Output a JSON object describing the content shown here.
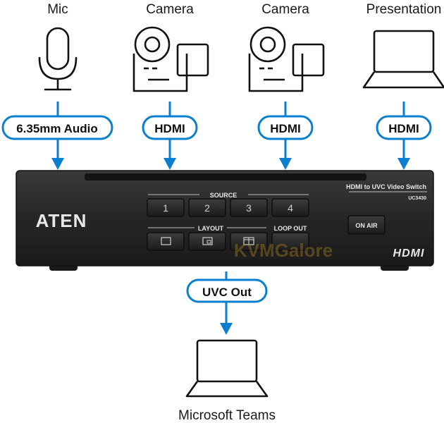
{
  "sources": [
    {
      "label": "Mic",
      "icon": "microphone-icon",
      "connector": "6.35mm Audio"
    },
    {
      "label": "Camera",
      "icon": "video-camera-icon",
      "connector": "HDMI"
    },
    {
      "label": "Camera",
      "icon": "video-camera-icon",
      "connector": "HDMI"
    },
    {
      "label": "Presentation",
      "icon": "laptop-icon",
      "connector": "HDMI"
    }
  ],
  "device": {
    "brand": "ATEN",
    "product_name": "HDMI to UVC Video Switch",
    "model": "UC3430",
    "source_label": "SOURCE",
    "source_buttons": [
      "1",
      "2",
      "3",
      "4"
    ],
    "layout_label": "LAYOUT",
    "layout_buttons": [
      "single-view-icon",
      "picture-in-picture-icon",
      "side-by-side-icon"
    ],
    "loop_out_label": "LOOP OUT",
    "on_air_label": "ON AIR",
    "hdmi_logo": "HDMI"
  },
  "watermark": "KVMGalore",
  "output": {
    "connector": "UVC Out",
    "label": "Microsoft Teams",
    "icon": "laptop-icon"
  },
  "colors": {
    "accent": "#0b7fcf",
    "device_body": "#2a2a2a",
    "line": "#111111"
  }
}
